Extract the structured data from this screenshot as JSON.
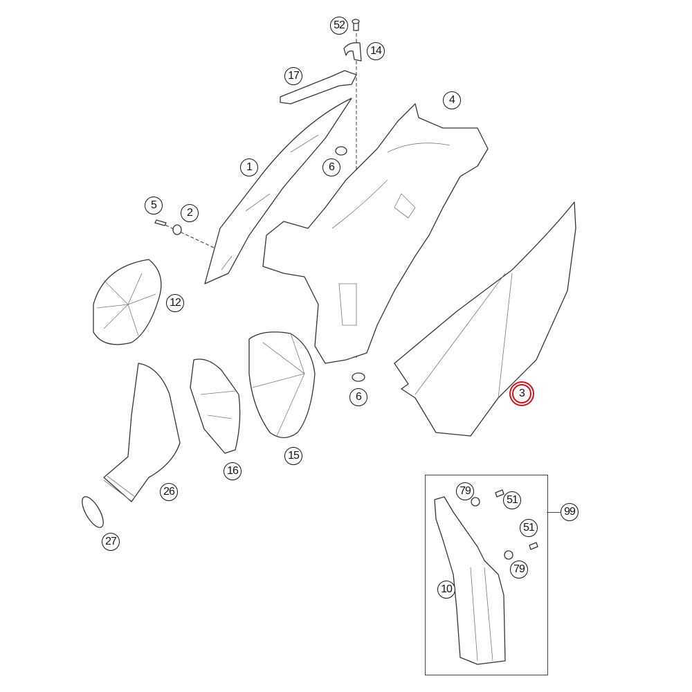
{
  "diagram": {
    "highlight_color": "#d0101c",
    "callouts": [
      {
        "id": "c52",
        "label": "52"
      },
      {
        "id": "c14",
        "label": "14"
      },
      {
        "id": "c17",
        "label": "17"
      },
      {
        "id": "c4",
        "label": "4"
      },
      {
        "id": "c1",
        "label": "1"
      },
      {
        "id": "c6a",
        "label": "6"
      },
      {
        "id": "c5",
        "label": "5"
      },
      {
        "id": "c2",
        "label": "2"
      },
      {
        "id": "c12",
        "label": "12"
      },
      {
        "id": "c3",
        "label": "3",
        "highlighted": true
      },
      {
        "id": "c6b",
        "label": "6"
      },
      {
        "id": "c15",
        "label": "15"
      },
      {
        "id": "c16",
        "label": "16"
      },
      {
        "id": "c26",
        "label": "26"
      },
      {
        "id": "c27",
        "label": "27"
      },
      {
        "id": "c79a",
        "label": "79"
      },
      {
        "id": "c51a",
        "label": "51"
      },
      {
        "id": "c99",
        "label": "99"
      },
      {
        "id": "c51b",
        "label": "51"
      },
      {
        "id": "c79b",
        "label": "79"
      },
      {
        "id": "c10",
        "label": "10"
      }
    ]
  }
}
